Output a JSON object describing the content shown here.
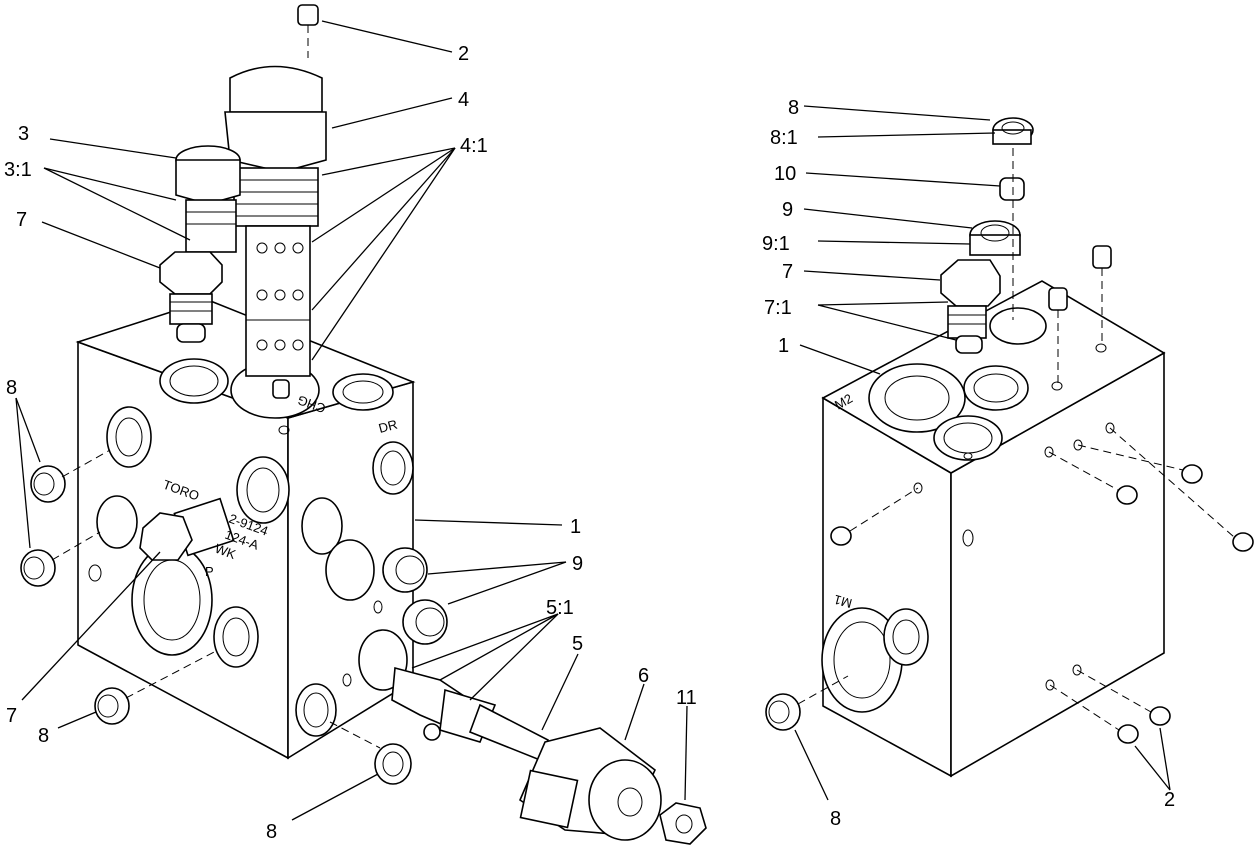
{
  "diagram": {
    "left_assembly": {
      "callouts": [
        "2",
        "4",
        "4:1",
        "3",
        "3:1",
        "7",
        "8",
        "1",
        "9",
        "5:1",
        "5",
        "6",
        "11",
        "7",
        "8",
        "8"
      ],
      "stamps": [
        "TORO",
        "2-9124",
        "124-A",
        "WK",
        "P",
        "CHG",
        "DR"
      ]
    },
    "right_assembly": {
      "callouts": [
        "8",
        "8:1",
        "10",
        "9",
        "9:1",
        "7",
        "7:1",
        "1",
        "2",
        "8"
      ],
      "stamps": [
        "M2",
        "M1"
      ]
    }
  }
}
